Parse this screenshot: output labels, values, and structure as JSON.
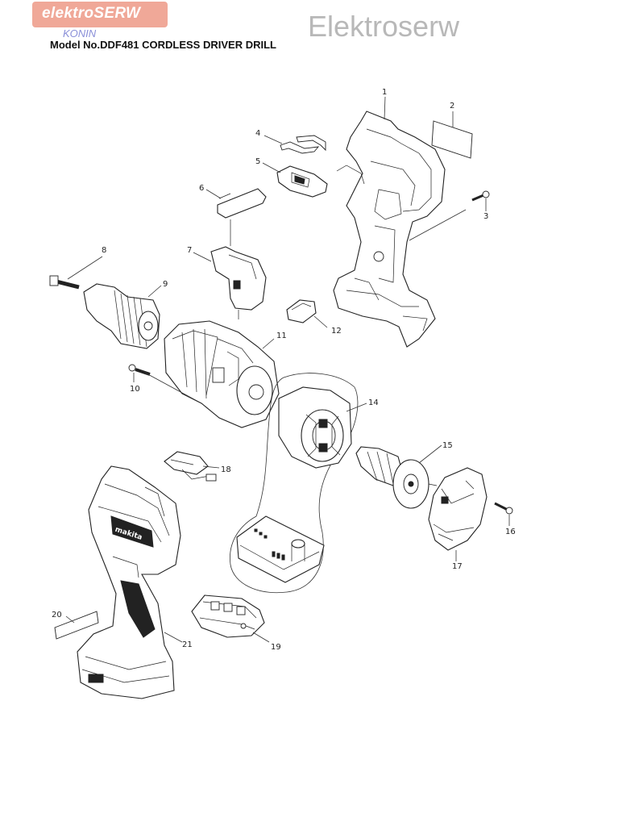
{
  "header": {
    "logo_text": "elektroSERW",
    "logo_subtext": "KONIN",
    "watermark": "Elektroserw",
    "model_title": "Model No.DDF481 CORDLESS DRIVER DRILL"
  },
  "parts": [
    {
      "id": "part-1",
      "label": "1"
    },
    {
      "id": "part-2",
      "label": "2"
    },
    {
      "id": "part-3",
      "label": "3"
    },
    {
      "id": "part-4",
      "label": "4"
    },
    {
      "id": "part-5",
      "label": "5"
    },
    {
      "id": "part-6",
      "label": "6"
    },
    {
      "id": "part-7",
      "label": "7"
    },
    {
      "id": "part-8",
      "label": "8"
    },
    {
      "id": "part-9",
      "label": "9"
    },
    {
      "id": "part-10",
      "label": "10"
    },
    {
      "id": "part-11",
      "label": "11"
    },
    {
      "id": "part-12",
      "label": "12"
    },
    {
      "id": "part-14",
      "label": "14"
    },
    {
      "id": "part-15",
      "label": "15"
    },
    {
      "id": "part-16",
      "label": "16"
    },
    {
      "id": "part-17",
      "label": "17"
    },
    {
      "id": "part-18",
      "label": "18"
    },
    {
      "id": "part-19",
      "label": "19"
    },
    {
      "id": "part-20",
      "label": "20"
    },
    {
      "id": "part-21",
      "label": "21"
    }
  ]
}
